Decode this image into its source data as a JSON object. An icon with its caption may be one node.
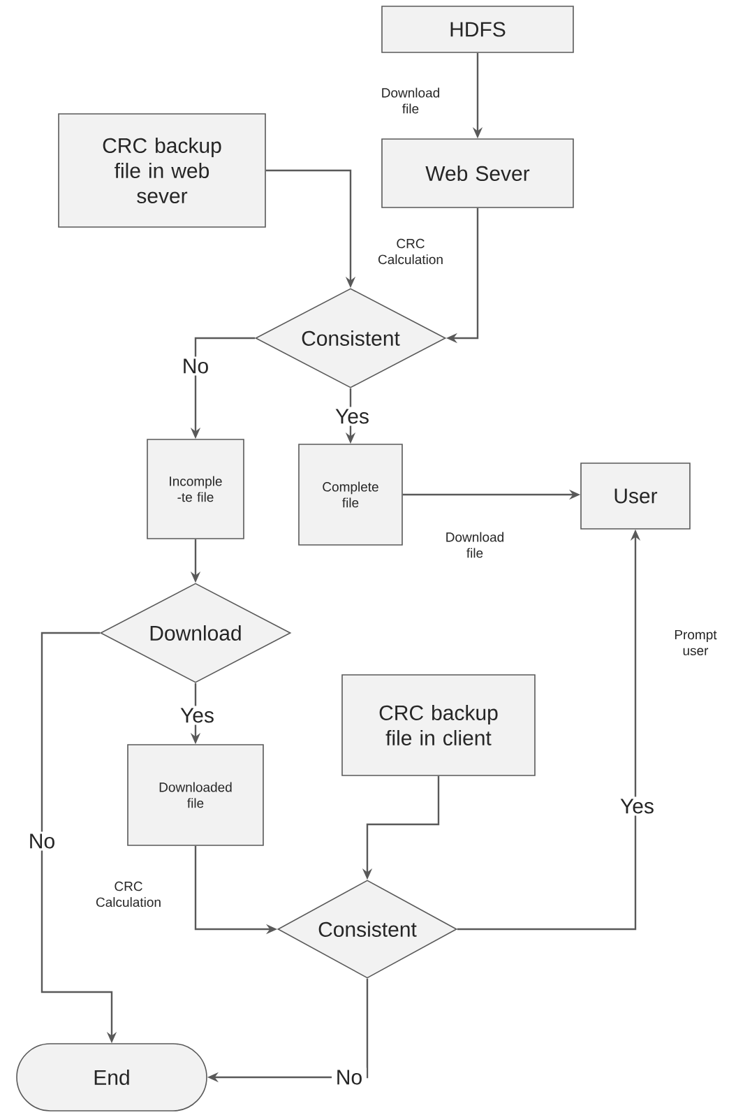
{
  "diagram": {
    "nodes": [
      {
        "text": [
          "HDFS"
        ]
      },
      {
        "text": [
          "CRC backup file in web sever"
        ]
      },
      {
        "text": [
          "Web Sever"
        ]
      },
      {
        "text": [
          "Consistent"
        ]
      },
      {
        "text": [
          "Incomple -te file"
        ]
      },
      {
        "text": [
          "Complete file"
        ]
      },
      {
        "text": [
          "User"
        ]
      },
      {
        "text": [
          "Download"
        ]
      },
      {
        "text": [
          "Downloaded file"
        ]
      },
      {
        "text": [
          "CRC backup file in client"
        ]
      },
      {
        "text": [
          "Consistent"
        ]
      },
      {
        "text": [
          "End"
        ]
      }
    ],
    "edges": [
      {
        "from": 0,
        "to": 2,
        "arrow": "to",
        "label": "Download file"
      },
      {
        "from": 1,
        "to": 3,
        "arrow": "to"
      },
      {
        "from": 2,
        "to": 3,
        "arrow": "to",
        "label": "CRC Calculation"
      },
      {
        "from": 3,
        "to": 4,
        "arrow": "to",
        "label": "No"
      },
      {
        "from": 3,
        "to": 5,
        "arrow": "to",
        "label": "Yes"
      },
      {
        "from": 5,
        "to": 6,
        "arrow": "to",
        "label": "Download file"
      },
      {
        "from": 4,
        "to": 7,
        "arrow": "to"
      },
      {
        "from": 7,
        "to": 8,
        "arrow": "to",
        "label": "Yes"
      },
      {
        "from": 7,
        "to": 11,
        "arrow": "to",
        "label": "No"
      },
      {
        "from": 8,
        "to": 10,
        "arrow": "to",
        "label": "CRC Calculation"
      },
      {
        "from": 9,
        "to": 10,
        "arrow": "to"
      },
      {
        "from": 10,
        "to": 6,
        "arrow": "to",
        "label": "Yes"
      },
      {
        "from": 10,
        "to": 11,
        "arrow": "to",
        "label": "No"
      }
    ],
    "labels": [
      "Prompt user"
    ]
  }
}
